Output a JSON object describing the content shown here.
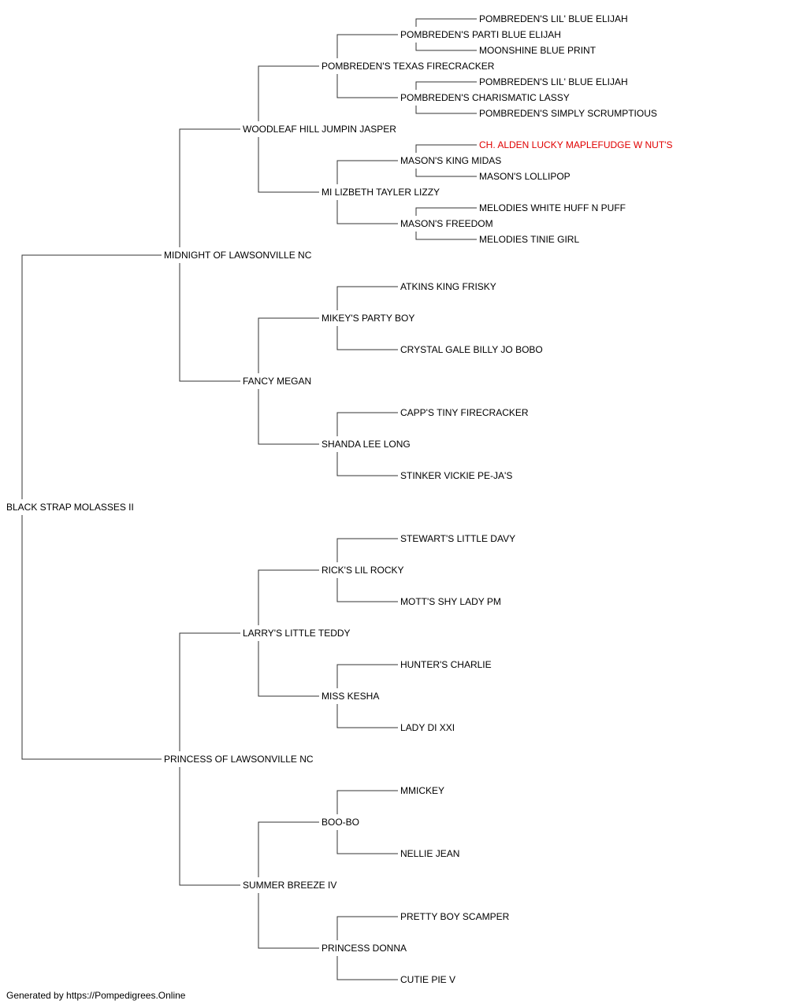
{
  "root": {
    "name": "BLACK STRAP MOLASSES II",
    "sire": {
      "name": "MIDNIGHT OF LAWSONVILLE NC",
      "sire": {
        "name": "WOODLEAF HILL JUMPIN JASPER",
        "sire": {
          "name": "POMBREDEN'S TEXAS FIRECRACKER",
          "sire": {
            "name": "POMBREDEN'S PARTI BLUE ELIJAH",
            "sire": {
              "name": "POMBREDEN'S LIL' BLUE ELIJAH"
            },
            "dam": {
              "name": "MOONSHINE BLUE PRINT"
            }
          },
          "dam": {
            "name": "POMBREDEN'S CHARISMATIC LASSY",
            "sire": {
              "name": "POMBREDEN'S LIL' BLUE ELIJAH"
            },
            "dam": {
              "name": "POMBREDEN'S SIMPLY SCRUMPTIOUS"
            }
          }
        },
        "dam": {
          "name": "MI LIZBETH TAYLER LIZZY",
          "sire": {
            "name": "MASON'S KING MIDAS",
            "sire": {
              "name": "CH. ALDEN LUCKY MAPLEFUDGE W NUT'S",
              "highlight": true
            },
            "dam": {
              "name": "MASON'S LOLLIPOP"
            }
          },
          "dam": {
            "name": "MASON'S FREEDOM",
            "sire": {
              "name": "MELODIES WHITE HUFF N PUFF"
            },
            "dam": {
              "name": "MELODIES TINIE GIRL"
            }
          }
        }
      },
      "dam": {
        "name": "FANCY MEGAN",
        "sire": {
          "name": "MIKEY'S PARTY BOY",
          "sire": {
            "name": "ATKINS KING FRISKY"
          },
          "dam": {
            "name": "CRYSTAL GALE BILLY JO BOBO"
          }
        },
        "dam": {
          "name": "SHANDA LEE LONG",
          "sire": {
            "name": "CAPP'S TINY FIRECRACKER"
          },
          "dam": {
            "name": "STINKER VICKIE PE-JA'S"
          }
        }
      }
    },
    "dam": {
      "name": "PRINCESS OF LAWSONVILLE NC",
      "sire": {
        "name": "LARRY'S LITTLE TEDDY",
        "sire": {
          "name": "RICK'S LIL ROCKY",
          "sire": {
            "name": "STEWART'S LITTLE DAVY"
          },
          "dam": {
            "name": "MOTT'S SHY LADY PM"
          }
        },
        "dam": {
          "name": "MISS KESHA",
          "sire": {
            "name": "HUNTER'S CHARLIE"
          },
          "dam": {
            "name": "LADY DI XXI"
          }
        }
      },
      "dam": {
        "name": "SUMMER BREEZE IV",
        "sire": {
          "name": "BOO-BO",
          "sire": {
            "name": "MMICKEY"
          },
          "dam": {
            "name": "NELLIE JEAN"
          }
        },
        "dam": {
          "name": "PRINCESS DONNA",
          "sire": {
            "name": "PRETTY BOY SCAMPER"
          },
          "dam": {
            "name": "CUTIE PIE V"
          }
        }
      }
    }
  },
  "footer": "Generated by https://Pompedigrees.Online",
  "colors": {
    "text": "#000000",
    "highlight": "#e00000",
    "line": "#333333"
  }
}
